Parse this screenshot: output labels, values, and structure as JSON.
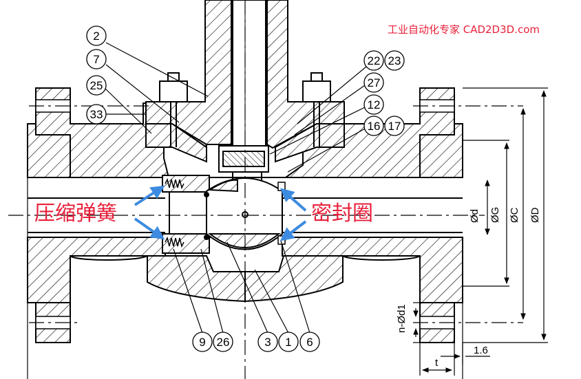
{
  "watermark": "工业自动化专家 CAD2D3D.com",
  "annotations": {
    "left": "压缩弹簧",
    "right": "密封圈"
  },
  "balloons": [
    {
      "id": "b2",
      "label": "2"
    },
    {
      "id": "b7",
      "label": "7"
    },
    {
      "id": "b25",
      "label": "25"
    },
    {
      "id": "b33",
      "label": "33"
    },
    {
      "id": "b22",
      "label": "22"
    },
    {
      "id": "b23",
      "label": "23"
    },
    {
      "id": "b27",
      "label": "27"
    },
    {
      "id": "b12",
      "label": "12"
    },
    {
      "id": "b16",
      "label": "16"
    },
    {
      "id": "b17",
      "label": "17"
    },
    {
      "id": "b9",
      "label": "9"
    },
    {
      "id": "b26",
      "label": "26"
    },
    {
      "id": "b3",
      "label": "3"
    },
    {
      "id": "b1",
      "label": "1"
    },
    {
      "id": "b6",
      "label": "6"
    }
  ],
  "dimensions": {
    "d": "Ød",
    "g": "ØG",
    "c": "ØC",
    "D": "ØD",
    "bolt": "n-Ød1",
    "t": "t",
    "rf": "1.6"
  },
  "colors": {
    "line": "#000000",
    "accent": "#e8203a",
    "arrow": "#3d8be0"
  }
}
